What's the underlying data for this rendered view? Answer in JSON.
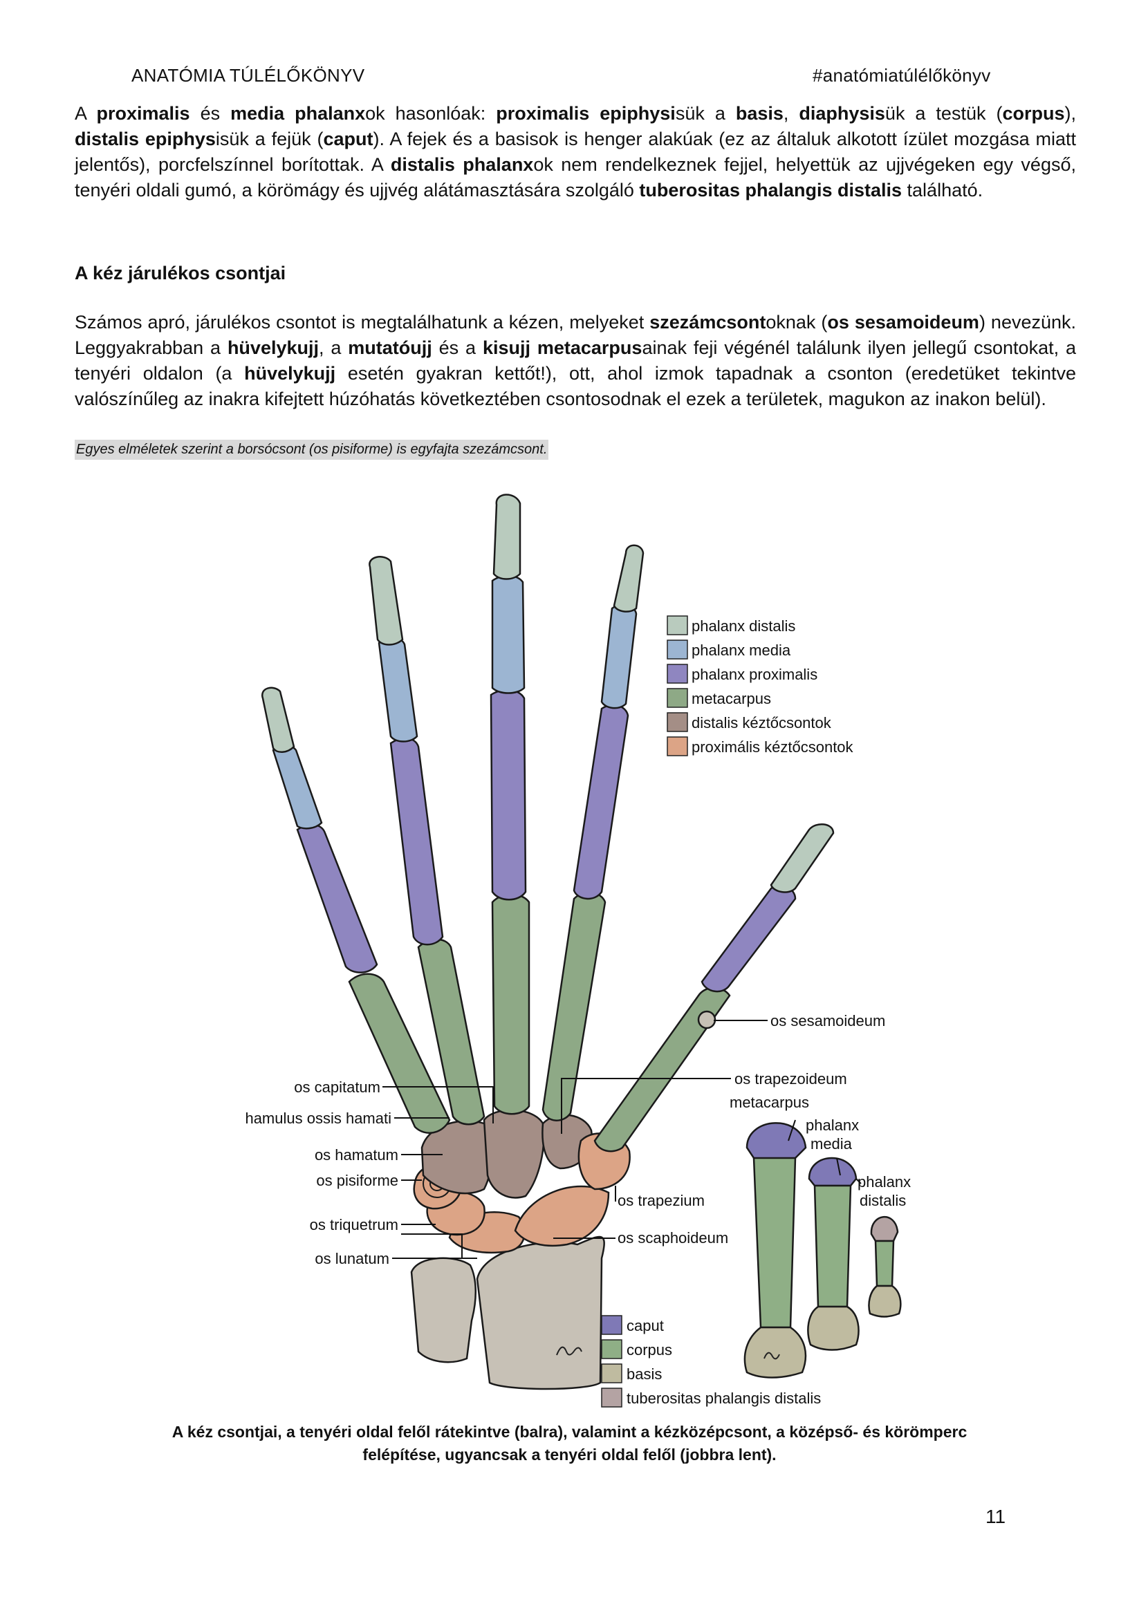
{
  "header": {
    "left": "ANATÓMIA TÚLÉLŐKÖNYV",
    "right": "#anatómiatúlélőkönyv"
  },
  "paragraph1": [
    "A ",
    {
      "b": "proximalis"
    },
    " és ",
    {
      "b": "media phalanx"
    },
    "ok hasonlóak: ",
    {
      "b": "proximalis epiphysi"
    },
    "sük a ",
    {
      "b": "basis"
    },
    ", ",
    {
      "b": "diaphysis"
    },
    "ük a testük (",
    {
      "b": "corpus"
    },
    "), ",
    {
      "b": "distalis epiphys"
    },
    "isük a fejük (",
    {
      "b": "caput"
    },
    "). A fejek és a basisok is henger alakúak (ez az általuk alkotott ízület mozgása miatt jelentős), porcfelszínnel borítottak. A ",
    {
      "b": "distalis phalanx"
    },
    "ok nem rendelkeznek fejjel, helyettük az ujjvégeken egy végső, tenyéri oldali gumó, a körömágy és ujjvég alátámasztására szolgáló ",
    {
      "b": "tuberositas phalangis distalis"
    },
    " található."
  ],
  "heading": "A kéz járulékos csontjai",
  "paragraph2": [
    "Számos apró, járulékos csontot is megtalálhatunk a kézen, melyeket ",
    {
      "b": "szezámcsont"
    },
    "oknak (",
    {
      "b": "os sesamoideum"
    },
    ") nevezünk. Leggyakrabban a ",
    {
      "b": "hüvelykujj"
    },
    ", a ",
    {
      "b": "mutatóujj"
    },
    " és a ",
    {
      "b": "kisujj metacarpus"
    },
    "ainak feji végénél találunk ilyen jellegű csontokat, a tenyéri oldalon (a ",
    {
      "b": "hüvelykujj"
    },
    " esetén gyakran kettőt!), ott, ahol izmok tapadnak a csonton (eredetüket tekintve valószínűleg az inakra kifejtett húzóhatás következtében csontosodnak el ezek a területek, magukon az inakon belül)."
  ],
  "note": "Egyes elméletek szerint a borsócsont (os pisiforme) is egyfajta szezámcsont.",
  "figure": {
    "colors": {
      "phalanx_distalis": "#b9cbbe",
      "phalanx_media": "#9cb5d2",
      "phalanx_proximalis": "#8f86c0",
      "metacarpus": "#8ea986",
      "distalis_kezto": "#a48e86",
      "proximalis_kezto": "#dca486",
      "radius": "#c7c1b6",
      "caput": "#7f79b6",
      "corpus": "#8faf86",
      "basis": "#bfbba0",
      "tuberositas": "#b4a3a3"
    },
    "legend_top": [
      {
        "label": "phalanx distalis",
        "color": "#b9cbbe"
      },
      {
        "label": "phalanx media",
        "color": "#9cb5d2"
      },
      {
        "label": "phalanx proximalis",
        "color": "#8f86c0"
      },
      {
        "label": "metacarpus",
        "color": "#8ea986"
      },
      {
        "label": "distalis kéztőcsontok",
        "color": "#a48e86"
      },
      {
        "label": "proximális kéztőcsontok",
        "color": "#dca486"
      }
    ],
    "legend_bottom": [
      {
        "label": "caput",
        "color": "#7f79b6"
      },
      {
        "label": "corpus",
        "color": "#8faf86"
      },
      {
        "label": "basis",
        "color": "#bfbba0"
      },
      {
        "label": "tuberositas phalangis distalis",
        "color": "#b4a3a3"
      }
    ],
    "labels": {
      "sesamoideum": "os sesamoideum",
      "capitatum": "os capitatum",
      "hamulus": "hamulus ossis hamati",
      "hamatum": "os hamatum",
      "pisiforme": "os pisiforme",
      "triquetrum": "os triquetrum",
      "lunatum": "os lunatum",
      "trapezoideum": "os trapezoideum",
      "metacarpus": "metacarpus",
      "phalanx_media_1": "phalanx",
      "phalanx_media_2": "media",
      "phalanx_distalis_1": "phalanx",
      "phalanx_distalis_2": "distalis",
      "trapezium": "os trapezium",
      "scaphoideum": "os scaphoideum"
    }
  },
  "caption": [
    "A kéz csontjai, a tenyéri oldal felől rátekintve (balra), valamint a kézközépcsont, a középső- és körömperc",
    "felépítése, ugyancsak a tenyéri oldal felől (jobbra lent)."
  ],
  "page_number": "11"
}
